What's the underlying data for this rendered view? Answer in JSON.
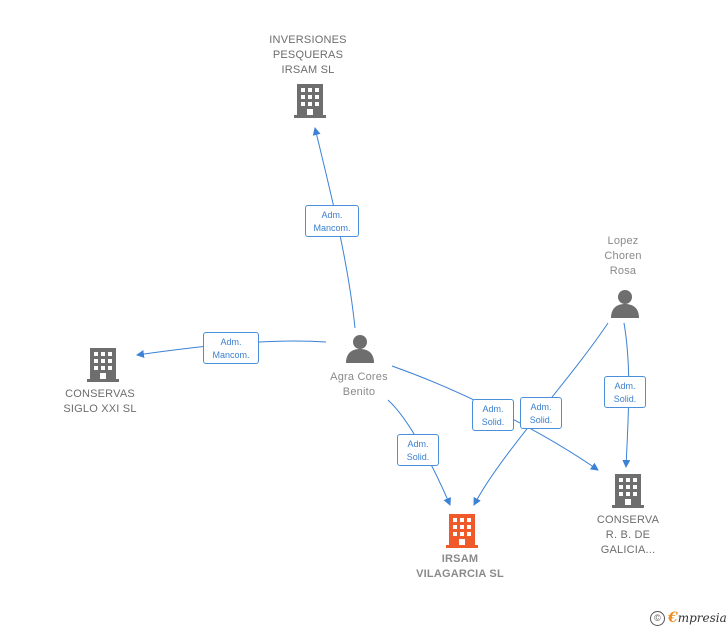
{
  "nodes": {
    "inversiones": {
      "lines": [
        "INVERSIONES",
        "PESQUERAS",
        "IRSAM SL"
      ],
      "type": "company"
    },
    "conservas_siglo": {
      "lines": [
        "CONSERVAS",
        "SIGLO XXI SL"
      ],
      "type": "company"
    },
    "agra": {
      "lines": [
        "Agra Cores",
        "Benito"
      ],
      "type": "person"
    },
    "lopez": {
      "lines": [
        "Lopez",
        "Choren",
        "Rosa"
      ],
      "type": "person"
    },
    "irsam": {
      "lines": [
        "IRSAM",
        "VILAGARCIA SL"
      ],
      "type": "company-main"
    },
    "conserva_rb": {
      "lines": [
        "CONSERVA",
        "R. B. DE",
        "GALICIA..."
      ],
      "type": "company"
    }
  },
  "relations": [
    {
      "lines": [
        "Adm.",
        "Mancom."
      ]
    },
    {
      "lines": [
        "Adm.",
        "Mancom."
      ]
    },
    {
      "lines": [
        "Adm.",
        "Solid."
      ]
    },
    {
      "lines": [
        "Adm.",
        "Solid."
      ]
    },
    {
      "lines": [
        "Adm.",
        "Solid."
      ]
    },
    {
      "lines": [
        "Adm.",
        "Solid."
      ]
    }
  ],
  "colors": {
    "edge": "#3b82d6",
    "icon": "#6e6e6e",
    "main_icon": "#f05a2a",
    "badge_text": "#3b7fcf"
  },
  "footer": {
    "copyright_symbol": "©",
    "brand_initial": "€",
    "brand_rest": "mpresia"
  }
}
